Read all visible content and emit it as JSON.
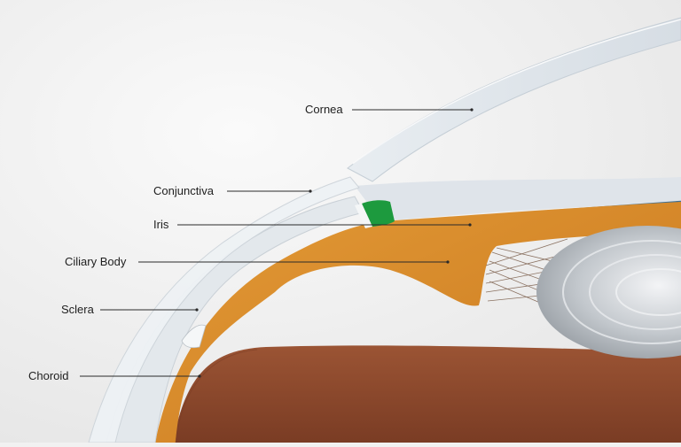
{
  "diagram": {
    "labels": {
      "cornea": "Cornea",
      "conjunctiva": "Conjunctiva",
      "iris": "Iris",
      "ciliary_body": "Ciliary Body",
      "sclera": "Sclera",
      "choroid": "Choroid"
    },
    "colors": {
      "background": "#f1f1f1",
      "cornea": "#dfe6ec",
      "iris_band": "#1d9a3e",
      "ciliary_body": "#d98a2b",
      "choroid": "#8e4a2e",
      "lens": "#c9cdd2",
      "leader_line": "#2a2a2a"
    }
  }
}
